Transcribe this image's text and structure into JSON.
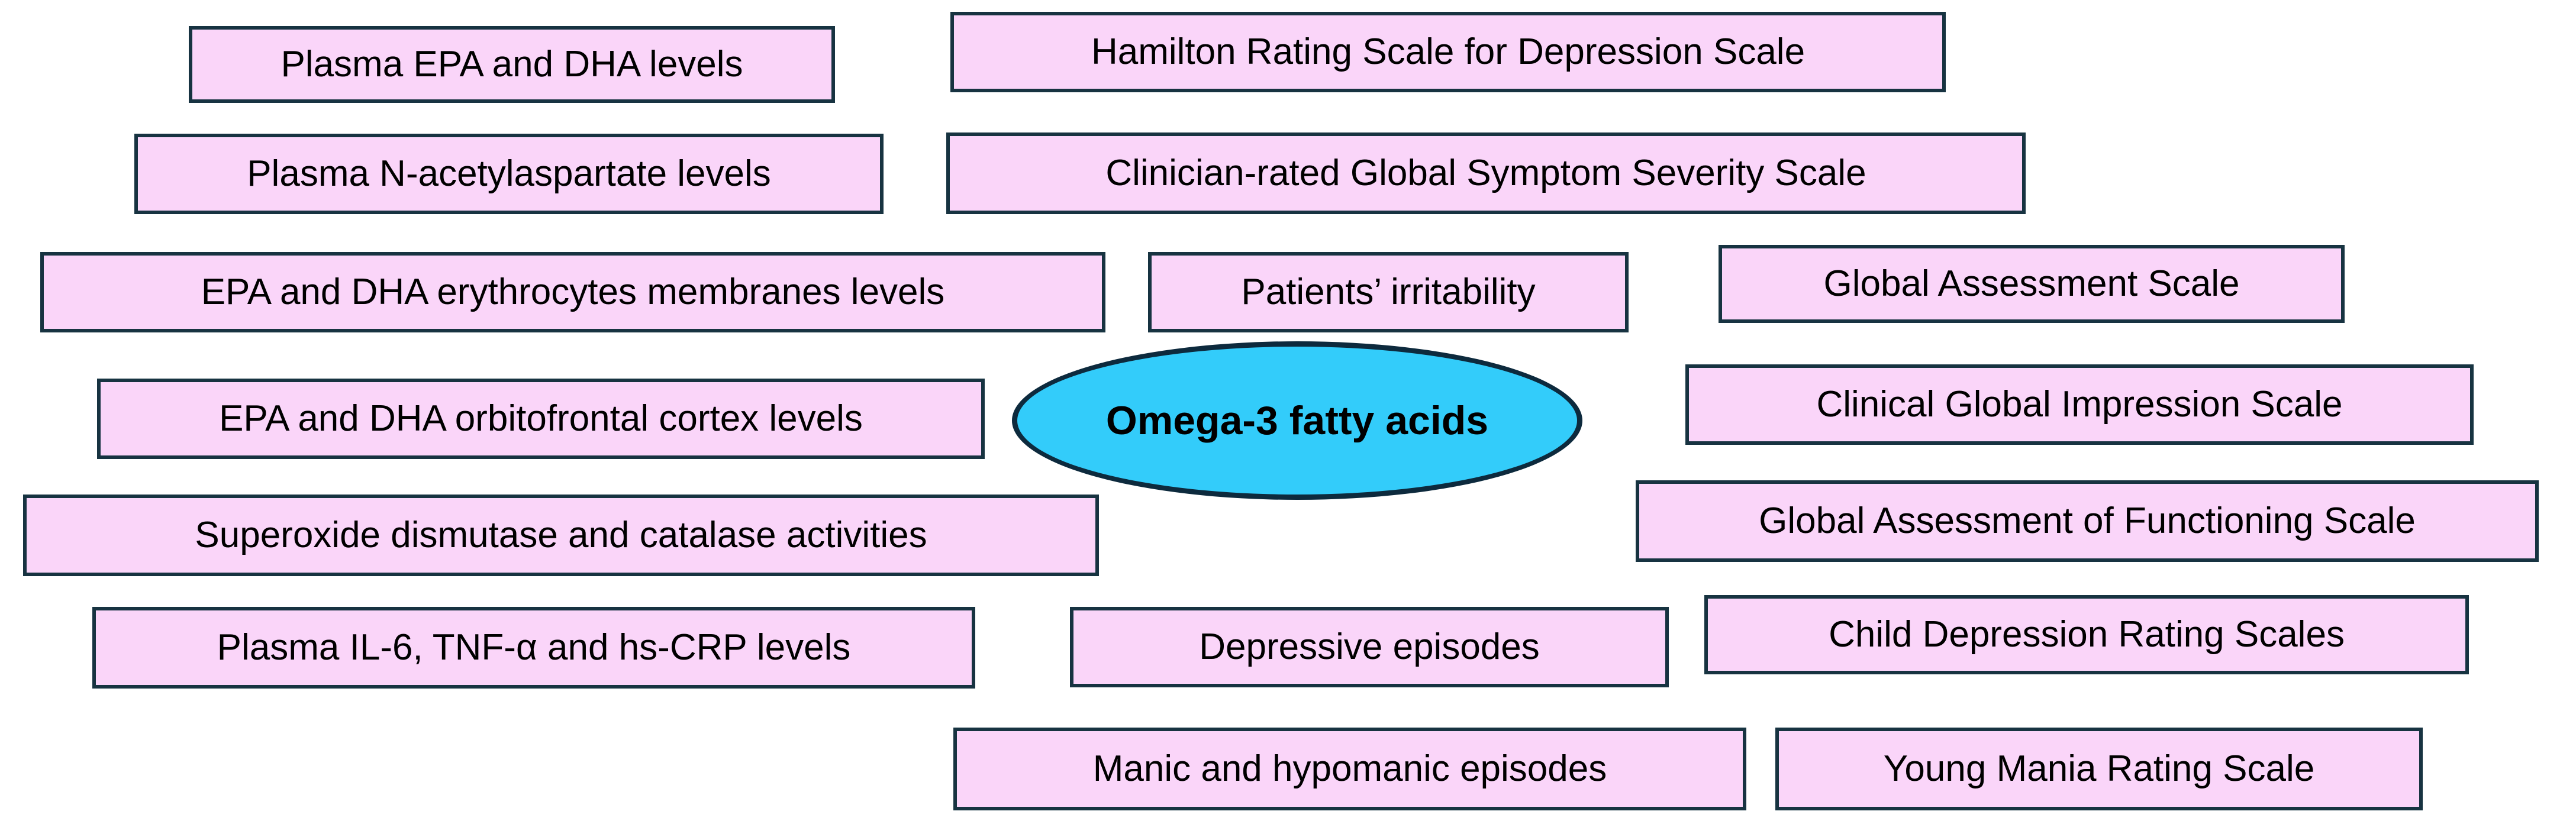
{
  "figure": {
    "type": "concept-map",
    "description": "Central concept ellipse surrounded by outcome/biomarker boxes"
  },
  "colors": {
    "node_fill": "#fad5f9",
    "node_border": "#173341",
    "center_fill": "#33ccfa",
    "center_border": "#0d2a3d",
    "text": "#000000",
    "background": "#ffffff"
  },
  "diagram": {
    "center": {
      "label": "Omega-3 fatty acids"
    },
    "nodes": [
      {
        "label": "Plasma EPA and DHA levels"
      },
      {
        "label": "Hamilton Rating Scale for Depression Scale"
      },
      {
        "label": "Plasma N-acetylaspartate levels"
      },
      {
        "label": "Clinician-rated Global Symptom Severity Scale"
      },
      {
        "label": "EPA and DHA erythrocytes membranes levels"
      },
      {
        "label": "Patients’ irritability"
      },
      {
        "label": "Global Assessment Scale"
      },
      {
        "label": "EPA and DHA orbitofrontal cortex levels"
      },
      {
        "label": "Clinical Global Impression Scale"
      },
      {
        "label": "Superoxide dismutase and catalase activities"
      },
      {
        "label": "Global Assessment of Functioning Scale"
      },
      {
        "label": "Plasma IL-6, TNF-α and hs-CRP levels"
      },
      {
        "label": "Depressive episodes"
      },
      {
        "label": "Child Depression Rating Scales"
      },
      {
        "label": "Manic and hypomanic episodes"
      },
      {
        "label": "Young Mania Rating Scale"
      }
    ]
  }
}
